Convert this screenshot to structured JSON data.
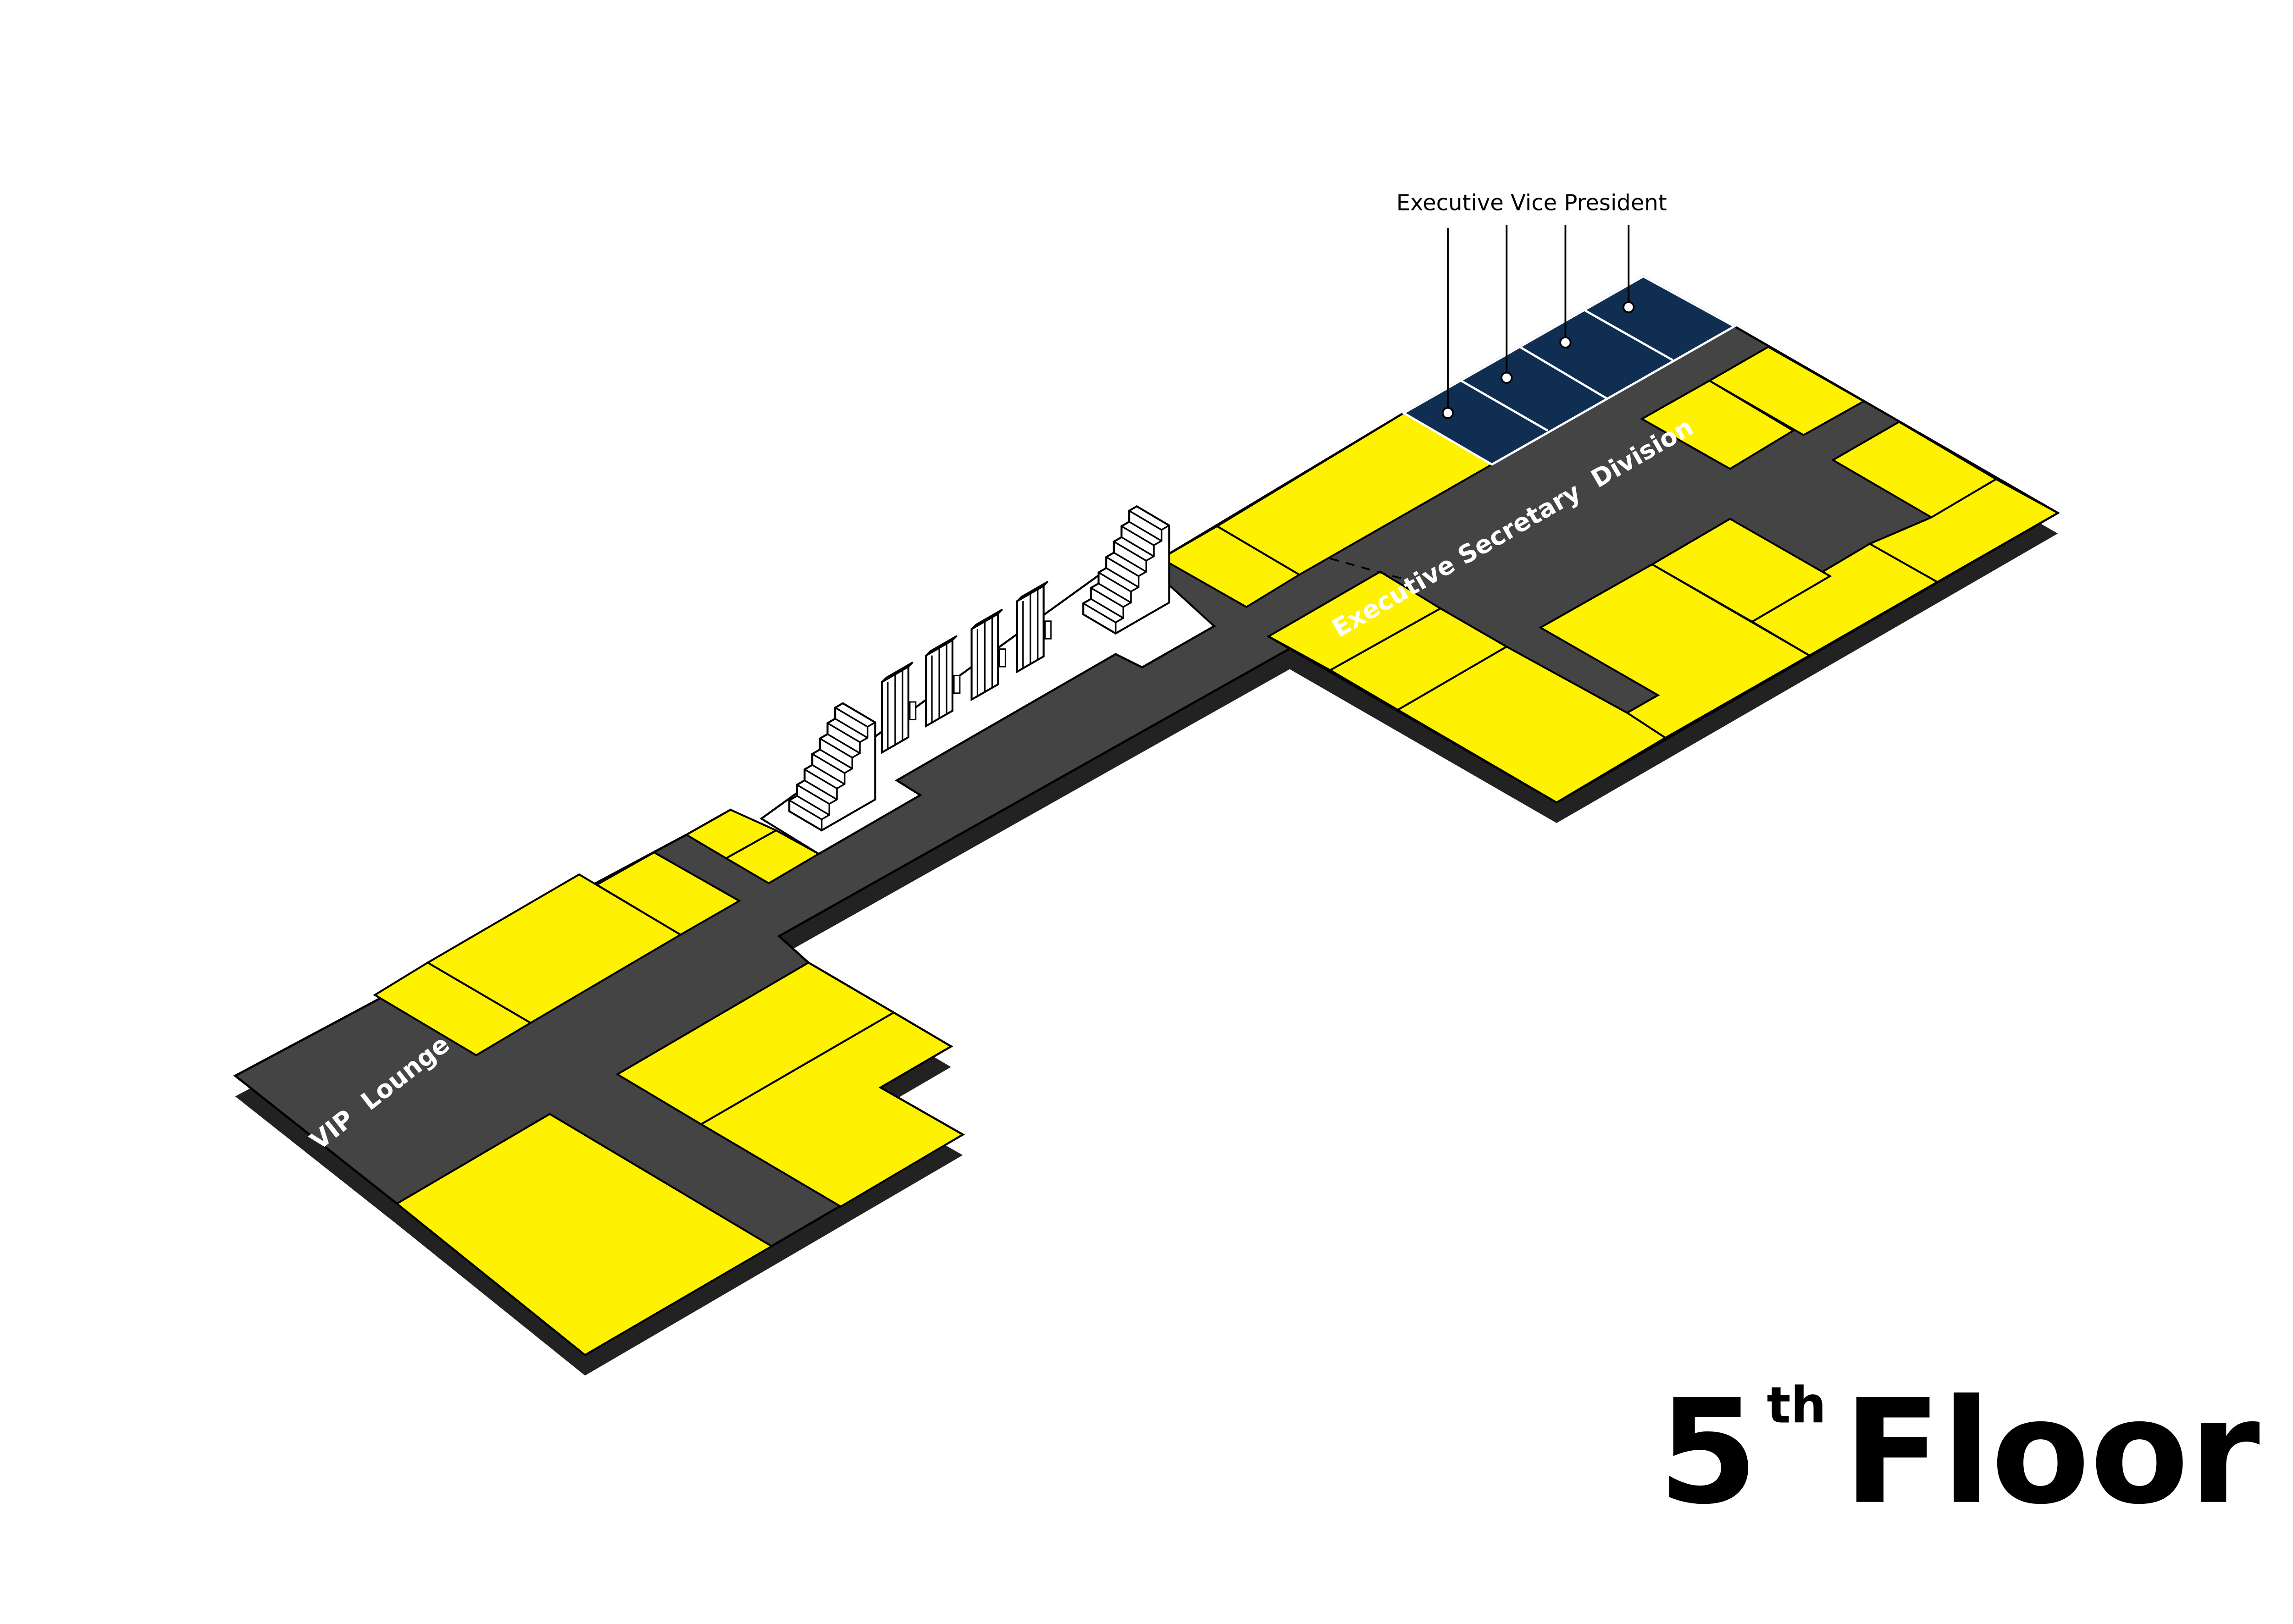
{
  "labels": {
    "evp": "Executive Vice President",
    "esd_line1": "Executive Secretary",
    "esd_line2": "Division",
    "vip_line1": "VIP",
    "vip_line2": "Lounge"
  },
  "title": {
    "number": "5",
    "suffix": "th",
    "word": "Floor"
  },
  "colors": {
    "room": "#fff200",
    "corridor": "#444444",
    "shadow": "#222222",
    "executive": "#0f2e52",
    "background": "#ffffff"
  },
  "icons": [
    "elevator-icon",
    "stairs-icon",
    "location-pin-icon"
  ]
}
